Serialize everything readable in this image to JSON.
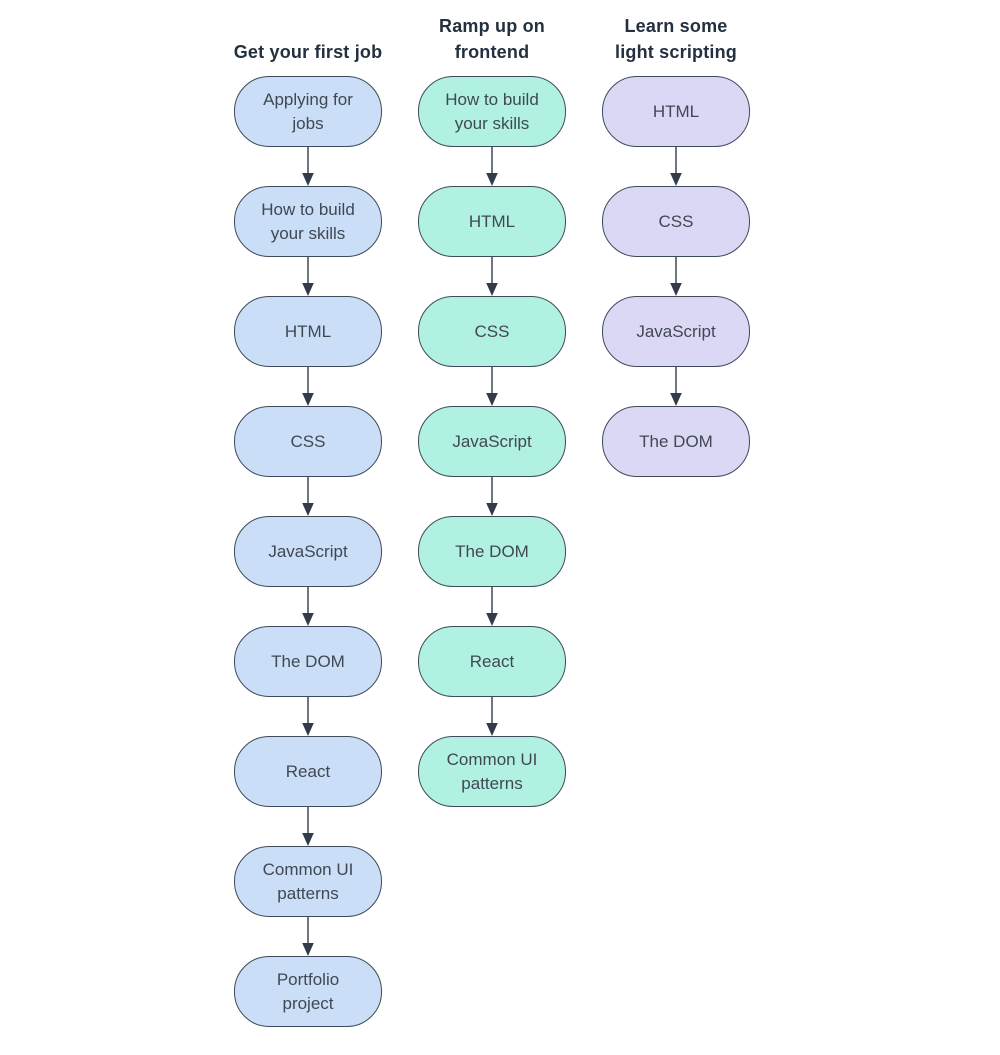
{
  "canvas": {
    "background_color": "#ffffff"
  },
  "diagram": {
    "stroke_color": "#3e4a59",
    "arrow_line_color": "#4b5564",
    "arrowhead_color": "#333b49",
    "title_color": "#24303f",
    "node_text_color": "#3f4853",
    "columns": [
      {
        "title": "Get your first job",
        "title_lines": [
          "Get your first job"
        ],
        "fill_color": "#cbdef7",
        "nodes": [
          "Applying for jobs",
          "How to build your skills",
          "HTML",
          "CSS",
          "JavaScript",
          "The DOM",
          "React",
          "Common UI patterns",
          "Portfolio project"
        ]
      },
      {
        "title": "Ramp up on frontend",
        "title_lines": [
          "Ramp up on",
          "frontend"
        ],
        "fill_color": "#b1f1e2",
        "nodes": [
          "How to build your skills",
          "HTML",
          "CSS",
          "JavaScript",
          "The DOM",
          "React",
          "Common UI patterns"
        ]
      },
      {
        "title": "Learn some light scripting",
        "title_lines": [
          "Learn some",
          "light scripting"
        ],
        "fill_color": "#dbd8f6",
        "nodes": [
          "HTML",
          "CSS",
          "JavaScript",
          "The DOM"
        ]
      }
    ]
  }
}
